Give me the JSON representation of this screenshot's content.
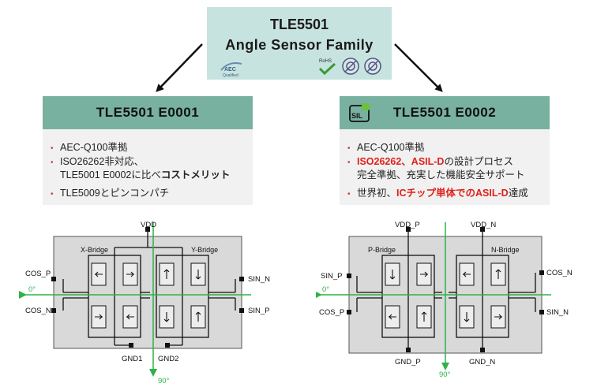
{
  "family": {
    "title": "TLE5501",
    "subtitle": "Angle Sensor Family",
    "logos": {
      "aec": "AEC",
      "aec_sub": "Qualified",
      "rohs": "RoHS"
    }
  },
  "variants": [
    {
      "title": "TLE5501 E0001",
      "features": [
        {
          "text": "AEC-Q100準拠"
        },
        {
          "text": "ISO26262非対応、",
          "line2_a": "TLE5001 E0002に比べ",
          "line2_b": "コストメリット"
        },
        {
          "text": "TLE5009とピンコンパチ"
        }
      ]
    },
    {
      "title": "TLE5501 E0002",
      "sil_badge": "SIL",
      "features": [
        {
          "text": "AEC-Q100準拠"
        },
        {
          "part_a": "ISO26262、ASIL-D",
          "part_b": "の設計プロセス",
          "line2": "完全準拠、充実した機能安全サポート"
        },
        {
          "part_a": "世界初、",
          "part_b": "ICチップ単体でのASIL-D",
          "part_c": "達成"
        }
      ]
    }
  ],
  "diagram_left": {
    "pins": {
      "vdd": "VDD",
      "cos_p": "COS_P",
      "cos_n": "COS_N",
      "sin_n": "SIN_N",
      "sin_p": "SIN_P",
      "gnd1": "GND1",
      "gnd2": "GND2"
    },
    "bridges": {
      "x": "X-Bridge",
      "y": "Y-Bridge"
    },
    "angles": {
      "zero": "0°",
      "ninety": "90°"
    }
  },
  "diagram_right": {
    "pins": {
      "vdd_p": "VDD_P",
      "vdd_n": "VDD_N",
      "sin_p": "SIN_P",
      "cos_p": "COS_P",
      "cos_n": "COS_N",
      "sin_n": "SIN_N",
      "gnd_p": "GND_P",
      "gnd_n": "GND_N"
    },
    "bridges": {
      "p": "P-Bridge",
      "n": "N-Bridge"
    },
    "angles": {
      "zero": "0°",
      "ninety": "90°"
    }
  },
  "colors": {
    "family_bg": "#c7e3df",
    "variant_bar": "#79b1a0",
    "feature_bg": "#f1f1f1",
    "axis_green": "#2db34a",
    "highlight_red": "#e0201b"
  }
}
